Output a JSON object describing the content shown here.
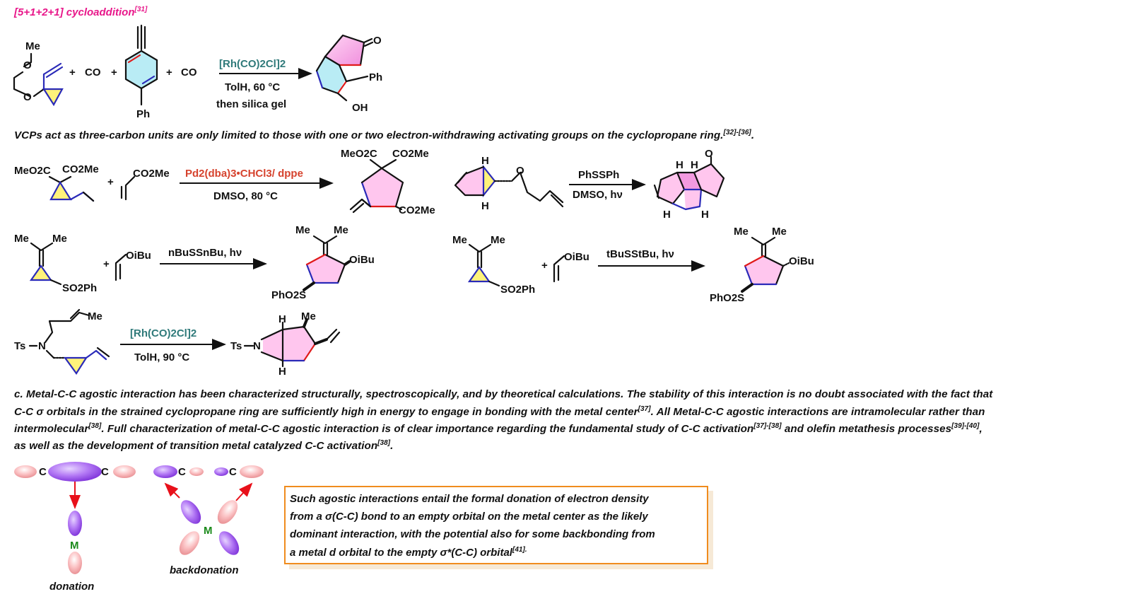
{
  "title": {
    "text": "[5+1+2+1] cycloaddition",
    "ref": "[31]"
  },
  "scheme1": {
    "reactant1_labels": [
      "Me",
      "O",
      "O"
    ],
    "plus1": "+",
    "co1": "CO",
    "plus2": "+",
    "reactant2_label": "Ph",
    "plus3": "+",
    "co2": "CO",
    "catalyst": "[Rh(CO)2Cl]2",
    "condition1": "TolH, 60 °C",
    "condition2": "then silica gel",
    "product_labels": [
      "O",
      "Ph",
      "OH"
    ]
  },
  "text1": {
    "text": "VCPs act as three-carbon units are only limited to those with one or two electron-withdrawing activating groups on the cyclopropane ring.",
    "ref": "[32]-[36]",
    "tail": "."
  },
  "scheme2": {
    "reactant1_labels": [
      "MeO2C",
      "CO2Me"
    ],
    "plus": "+",
    "reactant2_label": "CO2Me",
    "catalyst": "Pd2(dba)3•CHCl3/ dppe",
    "condition": "DMSO, 80 °C",
    "product_labels": [
      "MeO2C",
      "CO2Me",
      "CO2Me"
    ]
  },
  "scheme3": {
    "reactant_labels": [
      "H",
      "H",
      "O"
    ],
    "reagent": "PhSSPh",
    "condition": "DMSO, hν",
    "product_labels": [
      "H",
      "H",
      "O",
      "H",
      "H"
    ]
  },
  "scheme4": {
    "reactant1_labels": [
      "Me",
      "Me",
      "SO2Ph"
    ],
    "plus": "+",
    "reactant2_label": "OiBu",
    "reagent": "nBuSSnBu, hν",
    "product_labels": [
      "Me",
      "Me",
      "OiBu",
      "PhO2S"
    ]
  },
  "scheme5": {
    "reactant1_labels": [
      "Me",
      "Me",
      "SO2Ph"
    ],
    "plus": "+",
    "reactant2_label": "OiBu",
    "reagent": "tBuSStBu, hν",
    "product_labels": [
      "Me",
      "Me",
      "OiBu",
      "PhO2S"
    ]
  },
  "scheme6": {
    "reactant_labels": [
      "Me",
      "Ts",
      "N"
    ],
    "catalyst": "[Rh(CO)2Cl]2",
    "condition": "TolH, 90 °C",
    "product_labels": [
      "H",
      "Me",
      "Ts",
      "N",
      "H"
    ]
  },
  "paragraph": {
    "line1": "c. Metal-C-C agostic interaction has been characterized structurally, spectroscopically, and by theoretical calculations. The stability of this interaction is no doubt associated with the fact that",
    "line2a": "C-C σ orbitals in the strained cyclopropane ring are sufficiently high in energy to engage in bonding with the metal center",
    "line2ref": "[37]",
    "line2b": ". All Metal-C-C agostic interactions are intramolecular rather than",
    "line3a": "intermolecular",
    "line3ref1": "[38]",
    "line3b": ". Full characterization of metal-C-C agostic interaction is of clear importance regarding the fundamental study of C-C activation",
    "line3ref2": "[37]-[38]",
    "line3c": " and olefin metathesis processes",
    "line3ref3": "[39]-[40]",
    "line3d": ",",
    "line4a": "as well as the development of transition metal catalyzed C-C activation",
    "line4ref": "[38]",
    "line4b": "."
  },
  "orbital_diagram": {
    "c_label": "C",
    "m_label": "M",
    "donation_label": "donation",
    "backdonation_label": "backdonation",
    "colors": {
      "purple": "#a35bf0",
      "pink": "#f7a3a8",
      "arrow": "#e8101a",
      "metal": "#1a8a1a"
    }
  },
  "box": {
    "line1": "Such agostic interactions entail the formal donation of electron density",
    "line2": "from a σ(C-C) bond to an empty orbital on the metal center as the likely",
    "line3": "dominant interaction, with the potential also for some backbonding from",
    "line4a": "a metal d orbital to the empty  σ*(C-C) orbital",
    "line4ref": "[41].",
    "border_color": "#f08c1e"
  },
  "colors": {
    "title": "#e8178a",
    "catalyst_teal": "#2f7a7a",
    "catalyst_red": "#d6432e",
    "ring_pink": "#ffc6ee",
    "cyclopropane_yellow": "#fff27a",
    "bond_blue": "#2a2ab8",
    "bond_red": "#e01a1a"
  }
}
